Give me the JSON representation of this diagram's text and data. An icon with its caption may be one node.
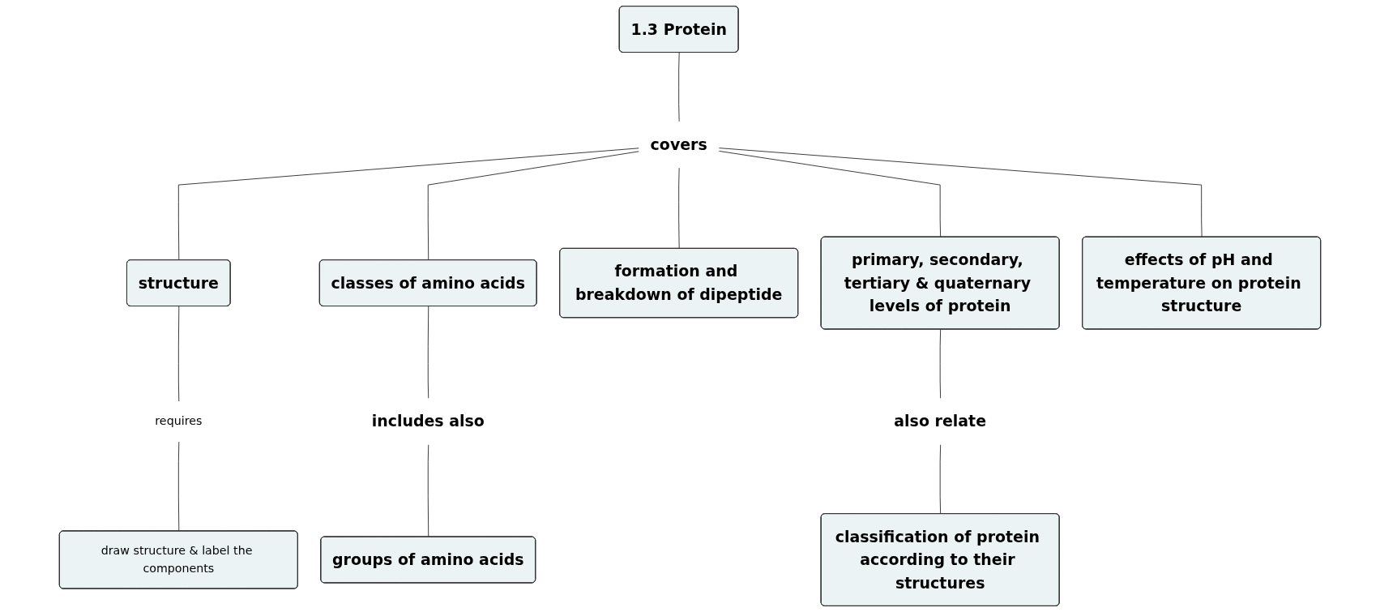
{
  "diagram": {
    "nodes": [
      {
        "text": [
          "1.3 Protein"
        ]
      },
      {
        "text": [
          "covers"
        ]
      },
      {
        "text": [
          "structure"
        ]
      },
      {
        "text": [
          "classes of amino acids"
        ]
      },
      {
        "text": [
          "formation and breakdown of dipeptide"
        ]
      },
      {
        "text": [
          "primary, secondary, tertiary & quaternary levels of protein"
        ]
      },
      {
        "text": [
          "effects of pH and temperature on protein structure"
        ]
      },
      {
        "text": [
          "includes also"
        ]
      },
      {
        "text": [
          "groups of amino acids"
        ]
      },
      {
        "text": [
          "requires"
        ]
      },
      {
        "text": [
          "draw structure & label the components"
        ]
      },
      {
        "text": [
          "also relate"
        ]
      },
      {
        "text": [
          "classification of protein according to their structures"
        ]
      }
    ],
    "edges": [
      {
        "from": 0,
        "to": 1,
        "arrow": "none"
      },
      {
        "from": 1,
        "to": 2,
        "arrow": "none"
      },
      {
        "from": 1,
        "to": 3,
        "arrow": "none"
      },
      {
        "from": 1,
        "to": 4,
        "arrow": "none"
      },
      {
        "from": 1,
        "to": 5,
        "arrow": "none"
      },
      {
        "from": 1,
        "to": 6,
        "arrow": "none"
      },
      {
        "from": 2,
        "to": 9,
        "arrow": "none"
      },
      {
        "from": 9,
        "to": 10,
        "arrow": "none"
      },
      {
        "from": 3,
        "to": 7,
        "arrow": "none"
      },
      {
        "from": 7,
        "to": 8,
        "arrow": "none"
      },
      {
        "from": 5,
        "to": 11,
        "arrow": "none"
      },
      {
        "from": 11,
        "to": 12,
        "arrow": "none"
      }
    ]
  }
}
